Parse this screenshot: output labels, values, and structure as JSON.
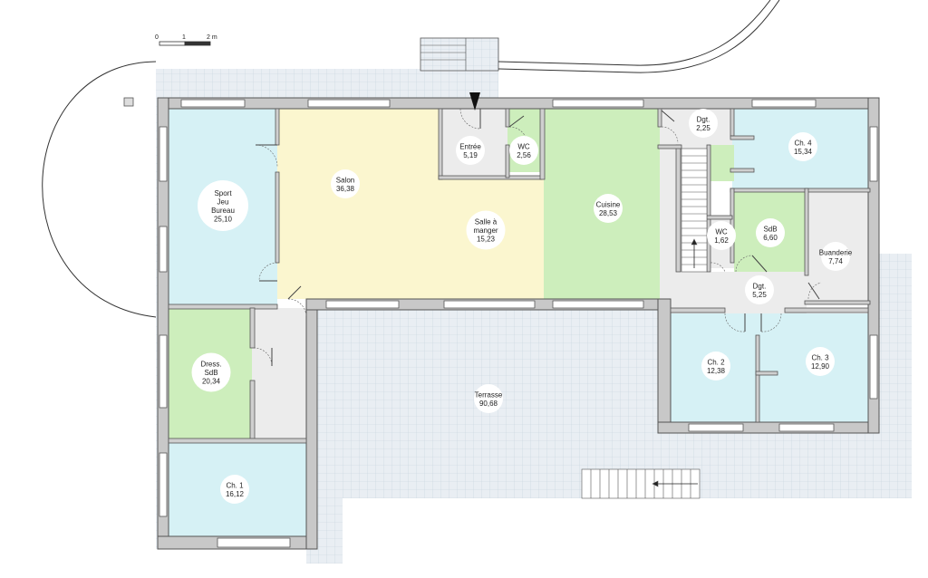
{
  "scale_bar": {
    "ticks": [
      "0",
      "1",
      "2 m"
    ]
  },
  "colors": {
    "blue_rooms": "#d6f1f5",
    "green_rooms": "#cdeebc",
    "yellow_rooms": "#fbf6cf",
    "grey_rooms": "#ececec",
    "terrace_tile": "#e9eef3",
    "terrace_grid": "#c7d2dc"
  },
  "rooms": [
    {
      "name": "Sport\nJeu\nBureau",
      "area": "25,10"
    },
    {
      "name": "Salon",
      "area": "36,38"
    },
    {
      "name": "Entrée",
      "area": "5,19"
    },
    {
      "name": "WC",
      "area": "2,56"
    },
    {
      "name": "Salle à\nmanger",
      "area": "15,23"
    },
    {
      "name": "Cuisine",
      "area": "28,53"
    },
    {
      "name": "Dgt.",
      "area": "2,25"
    },
    {
      "name": "Ch. 4",
      "area": "15,34"
    },
    {
      "name": "WC",
      "area": "1,62"
    },
    {
      "name": "SdB",
      "area": "6,60"
    },
    {
      "name": "Buanderie",
      "area": "7,74"
    },
    {
      "name": "Dgt.",
      "area": "5,25"
    },
    {
      "name": "Dress.\nSdB",
      "area": "20,34"
    },
    {
      "name": "Terrasse",
      "area": "90,68"
    },
    {
      "name": "Ch. 2",
      "area": "12,38"
    },
    {
      "name": "Ch. 3",
      "area": "12,90"
    },
    {
      "name": "Ch. 1",
      "area": "16,12"
    }
  ]
}
